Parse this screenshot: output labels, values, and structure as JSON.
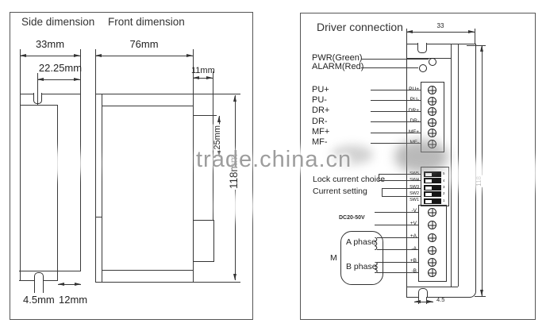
{
  "watermark": "trade.china.cn",
  "left": {
    "title_side": "Side dimension",
    "title_front": "Front dimension",
    "dim_side_width": "33mm",
    "dim_slot_offset": "22.25mm",
    "dim_slot_width": "4.5mm",
    "dim_body_depth": "12mm",
    "dim_front_width": "76mm",
    "dim_connector": "11mm",
    "dim_top_offset": "25mm",
    "dim_height": "118mm"
  },
  "right": {
    "title": "Driver connection",
    "led_pwr": "PWR(Green)",
    "led_alarm": "ALARM(Red)",
    "signals": [
      "PU+",
      "PU-",
      "DR+",
      "DR-",
      "MF+",
      "MF-"
    ],
    "lock_label": "Lock current choice",
    "current_label": "Current setting",
    "dip_switches": [
      "SW5",
      "SW4",
      "SW3",
      "SW2",
      "SW1"
    ],
    "dip_numbers": [
      "5",
      "4",
      "3",
      "2",
      "1"
    ],
    "power": [
      "-V",
      "+V",
      "+A",
      "-A",
      "+B",
      "-B"
    ],
    "supply": "DC20-50V",
    "motor_m": "M",
    "motor_a": "A phase",
    "motor_b": "B phase",
    "dim_width": "33",
    "dim_height": "118",
    "dim_slot": "4.5"
  }
}
